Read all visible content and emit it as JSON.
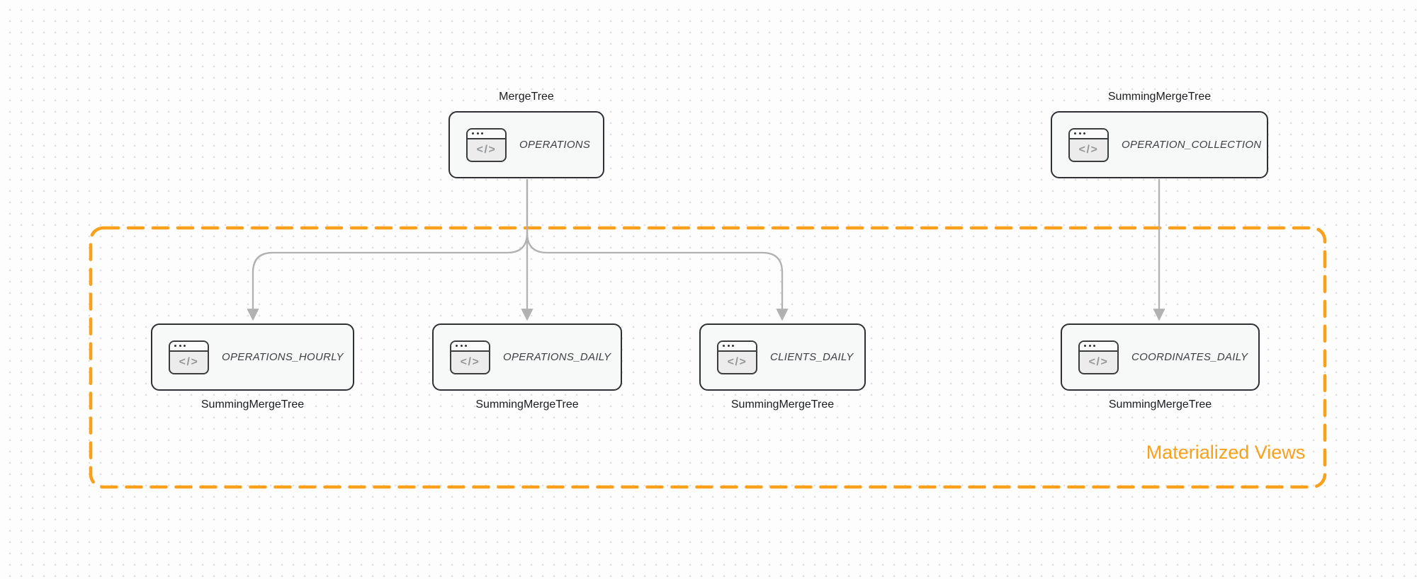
{
  "diagram": {
    "group": {
      "label": "Materialized Views"
    },
    "icon_glyph": "</>",
    "nodes": [
      {
        "title": "OPERATIONS",
        "engine": "MergeTree",
        "engine_label_position": "top"
      },
      {
        "title": "OPERATION_COLLECTION",
        "engine": "SummingMergeTree",
        "engine_label_position": "top"
      },
      {
        "title": "OPERATIONS_HOURLY",
        "engine": "SummingMergeTree",
        "engine_label_position": "bottom"
      },
      {
        "title": "OPERATIONS_DAILY",
        "engine": "SummingMergeTree",
        "engine_label_position": "bottom"
      },
      {
        "title": "CLIENTS_DAILY",
        "engine": "SummingMergeTree",
        "engine_label_position": "bottom"
      },
      {
        "title": "COORDINATES_DAILY",
        "engine": "SummingMergeTree",
        "engine_label_position": "bottom"
      }
    ],
    "edges": [
      {
        "from": "OPERATIONS",
        "to": "OPERATIONS_HOURLY"
      },
      {
        "from": "OPERATIONS",
        "to": "OPERATIONS_DAILY"
      },
      {
        "from": "OPERATIONS",
        "to": "CLIENTS_DAILY"
      },
      {
        "from": "OPERATION_COLLECTION",
        "to": "COORDINATES_DAILY"
      }
    ],
    "colors": {
      "group_accent": "#f9a11c",
      "arrow": "#b1b1b1",
      "node_border": "#2e3033",
      "node_fill": "#f7f8f8",
      "background": "#fdfdfd"
    }
  }
}
